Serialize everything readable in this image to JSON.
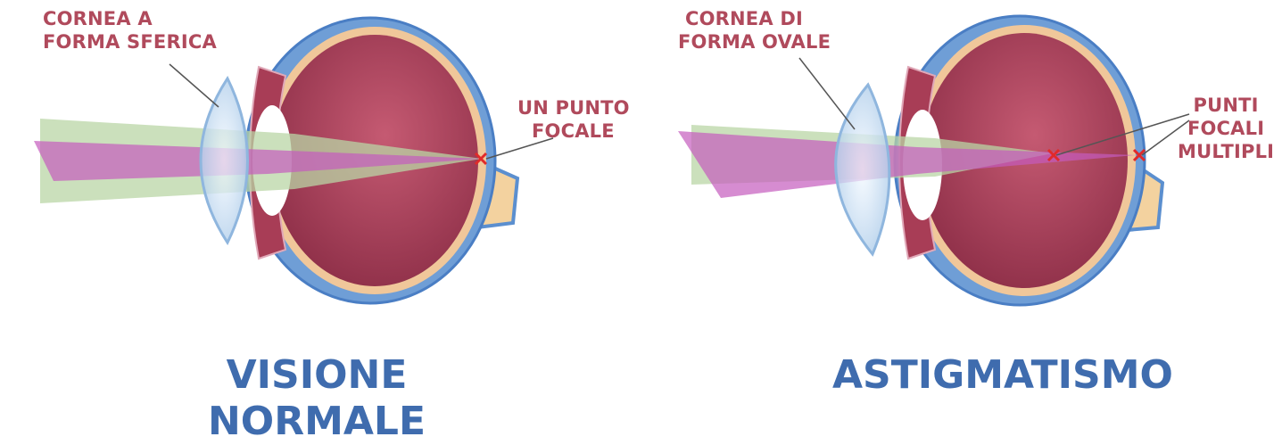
{
  "left": {
    "label_cornea": [
      "CORNEA A",
      "FORMA SFERICA"
    ],
    "label_focal": [
      "UN PUNTO",
      "FOCALE"
    ],
    "caption": [
      "VISIONE",
      "NORMALE"
    ]
  },
  "right": {
    "label_cornea": [
      "CORNEA DI",
      "FORMA OVALE"
    ],
    "label_focal": [
      "PUNTI",
      "FOCALI",
      "MULTIPLI"
    ],
    "caption": [
      "ASTIGMATISMO"
    ]
  },
  "colors": {
    "label": "#b04a5c",
    "caption": "#3f6cae",
    "sclera": "#5b8fcf",
    "eye_interior": "#b8485e",
    "retina": "#f0c79a",
    "optic_nerve": "#f3d29f",
    "cornea": "#cfe3f4",
    "beam_green": "#b9d6a6",
    "beam_magenta": "#c45bbd",
    "focal_mark": "#e02a2a"
  }
}
